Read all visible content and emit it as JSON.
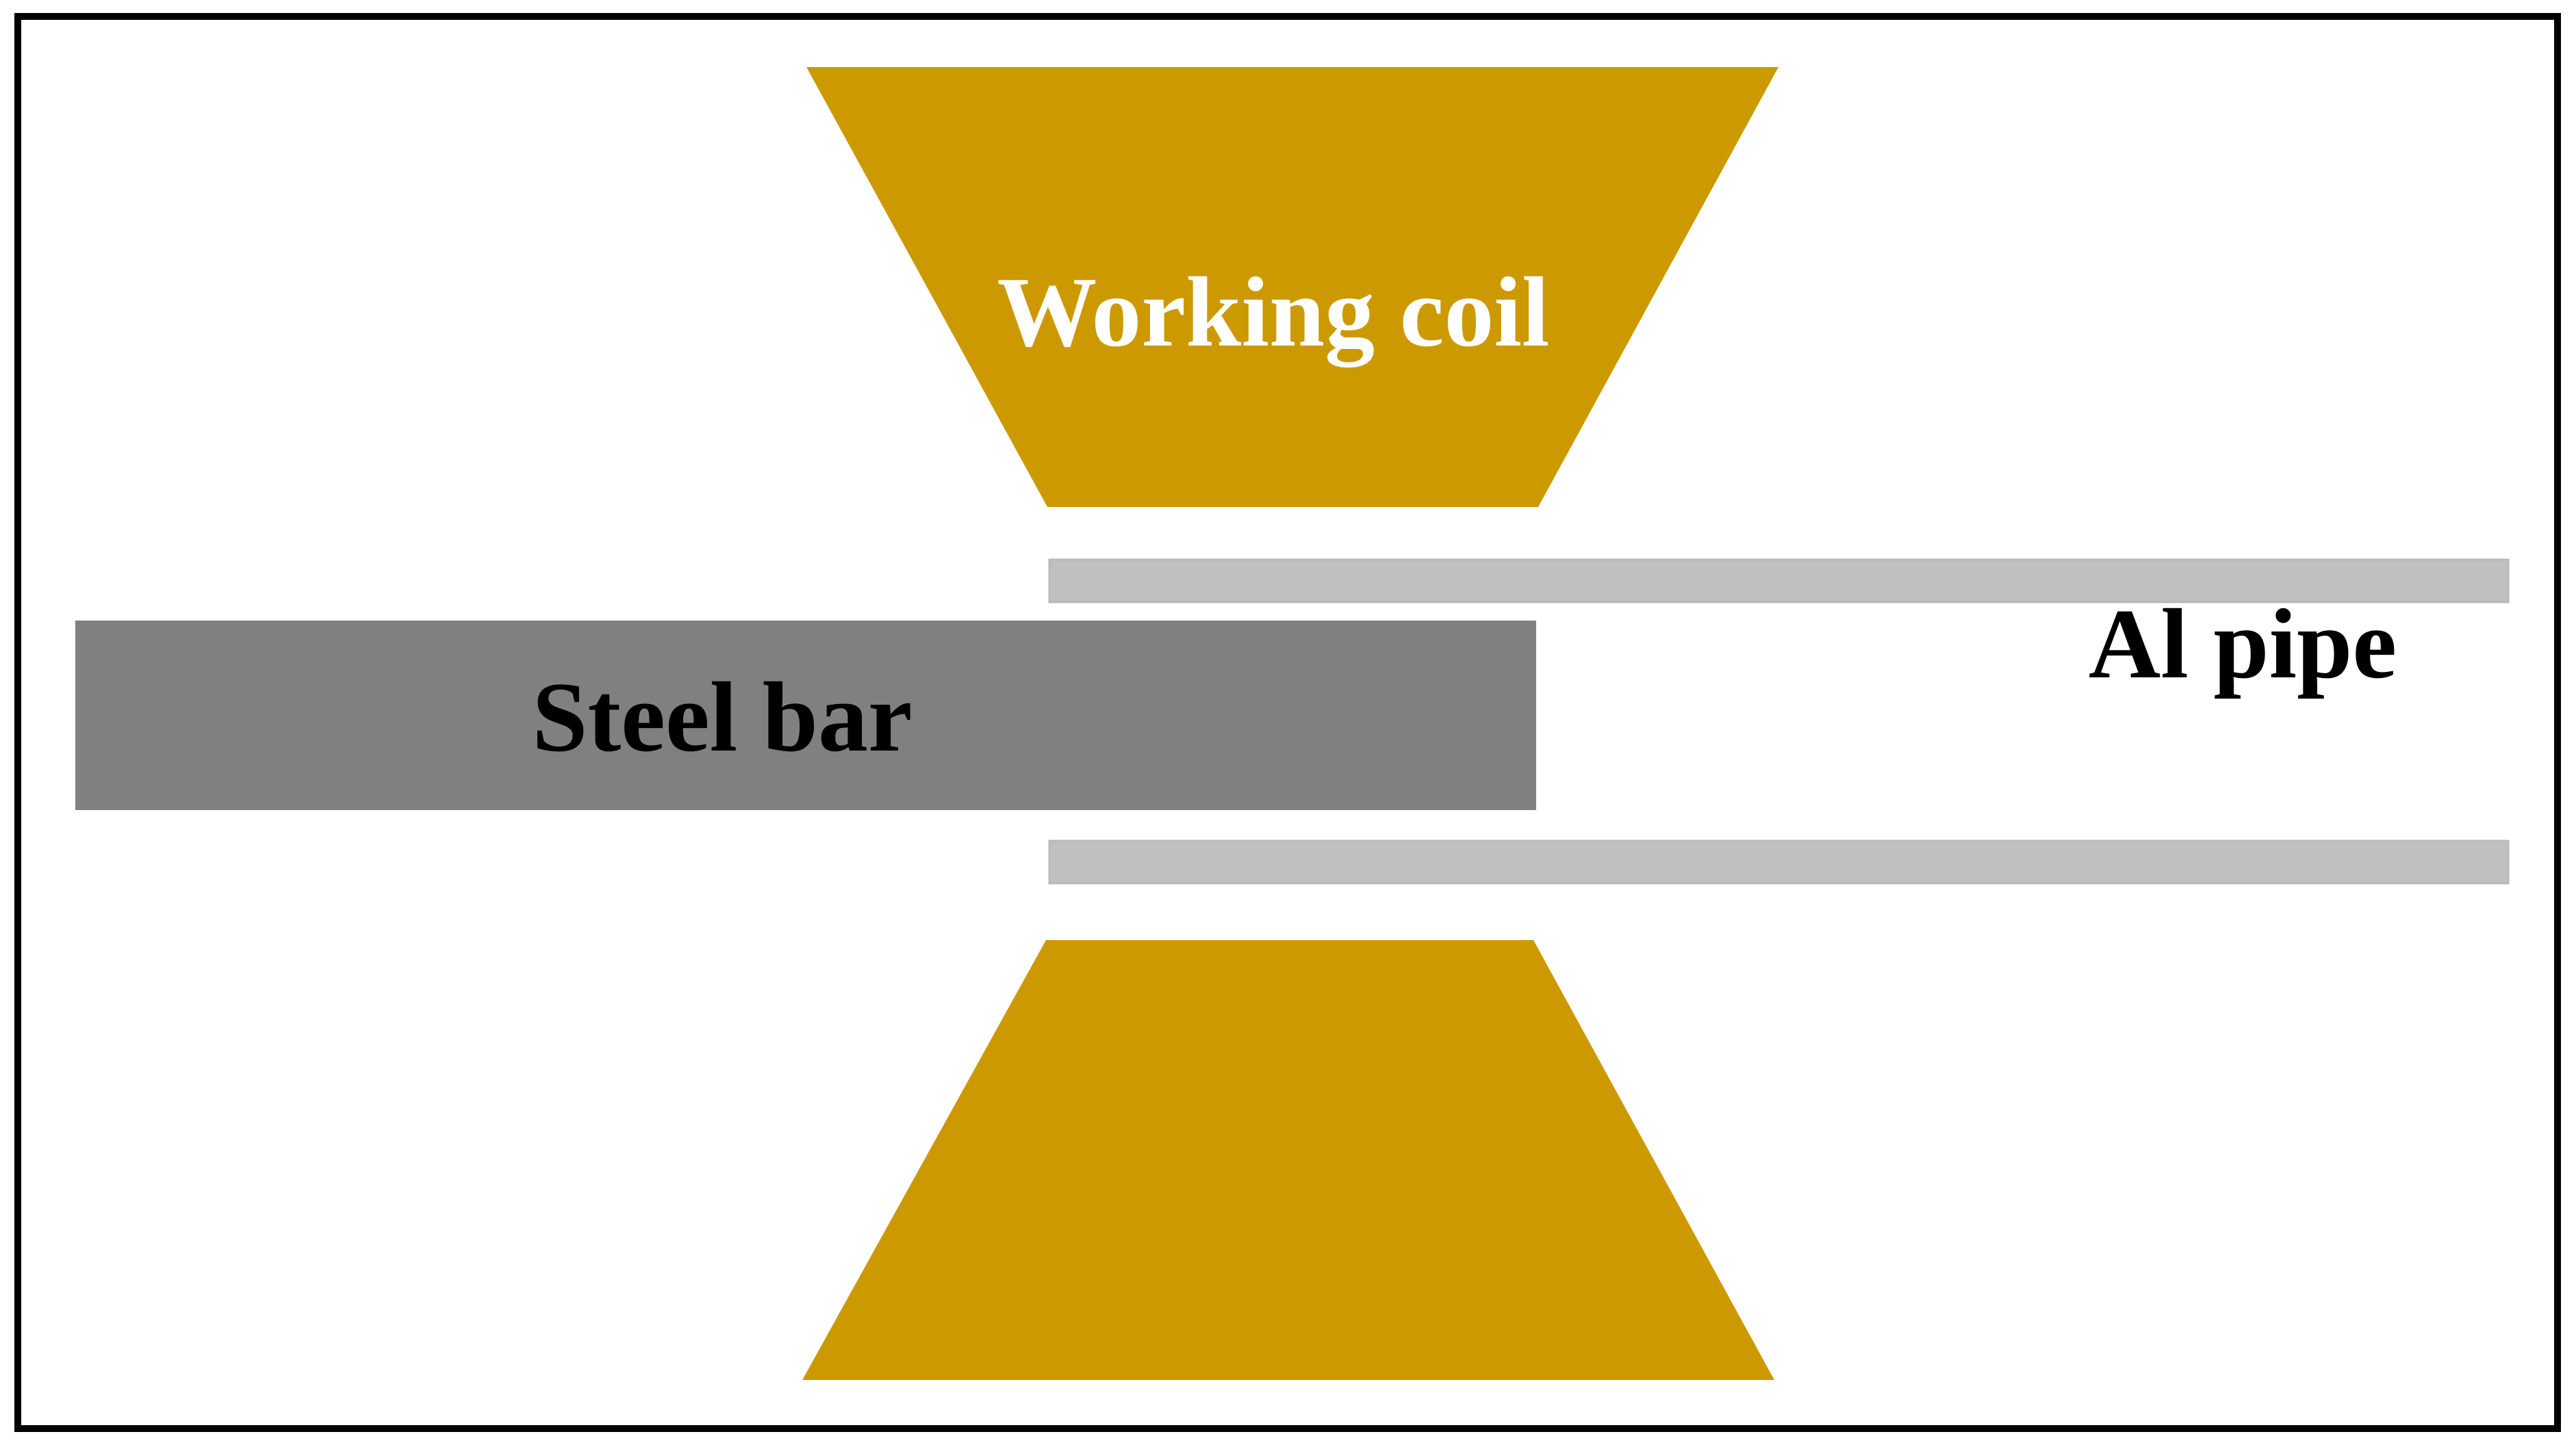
{
  "labels": {
    "working_coil": "Working coil",
    "steel_bar": "Steel bar",
    "al_pipe": "Al pipe"
  },
  "colors": {
    "coil": "#CC9A00",
    "steel_bar": "#808080",
    "al_pipe": "#C0C0C0",
    "border": "#000000",
    "coil_text": "#FFFFFF",
    "dark_text": "#000000"
  }
}
